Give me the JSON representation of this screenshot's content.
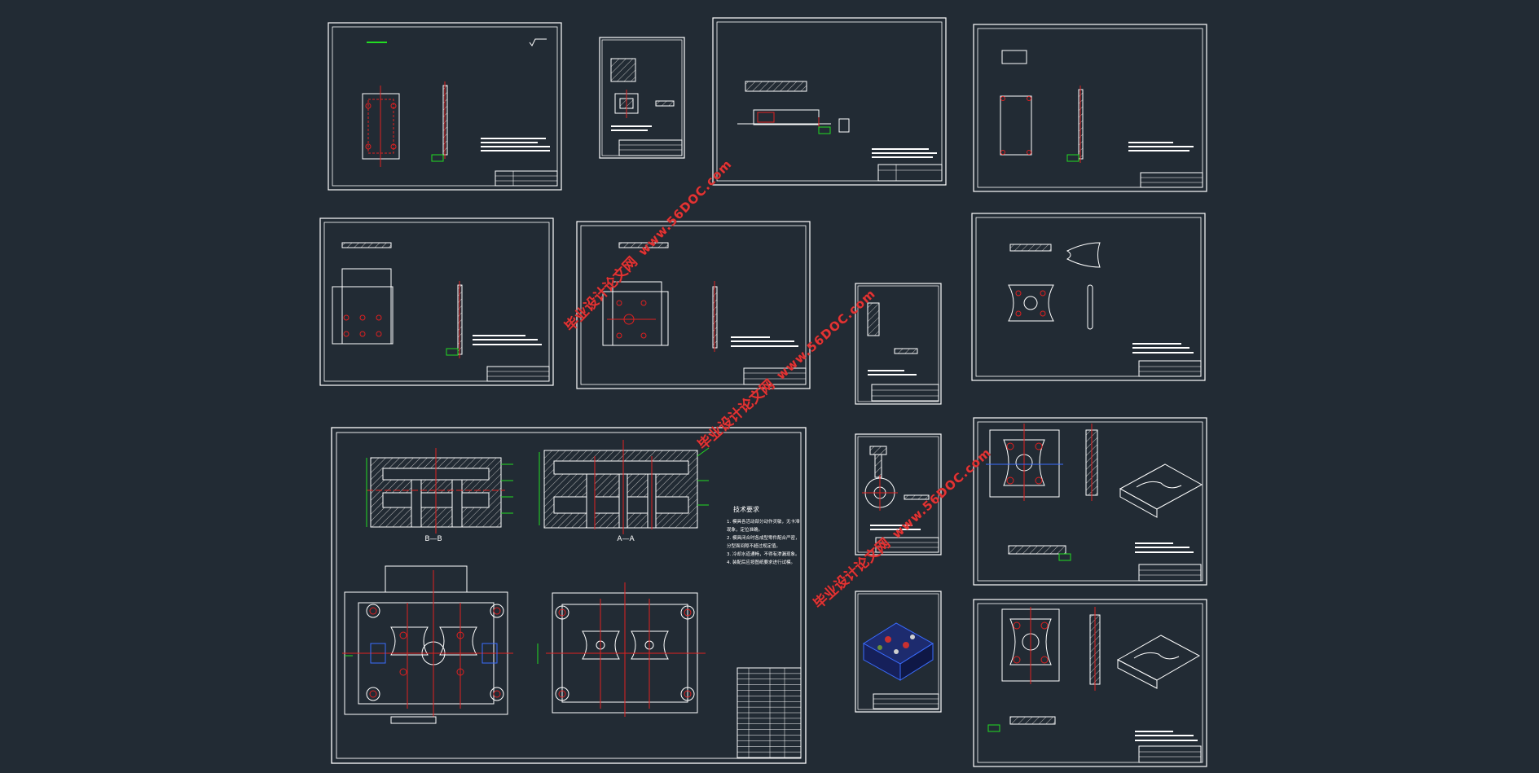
{
  "watermark": {
    "label_cn": "毕业设计论文网",
    "url": "www.56DOC.com",
    "color": "#e23434"
  },
  "sections": {
    "b_b": "B—B",
    "a_a": "A—A"
  },
  "tech_notes": {
    "title": "技术要求",
    "lines": [
      "1. 模具各活动部分动作灵敏，无卡滞",
      "现象，定位准确。",
      "2. 模具闭合时各成型零件配合严密，",
      "分型面间隙不超过规定值。",
      "3. 冷却水道通畅，不得有渗漏现象。",
      "4. 装配后应按图纸要求进行试模。"
    ]
  },
  "colors": {
    "background": "#222b34",
    "frame": "#ffffff",
    "centerline": "#e02020",
    "dimension": "#22dd22",
    "hatch": "#b8b8b8",
    "blue": "#3a6cff"
  },
  "icons": {
    "roughness_symbol": "roughness-symbol-icon",
    "title_block": "title-block-icon",
    "3d_render": "assembly-3d-render-icon"
  }
}
